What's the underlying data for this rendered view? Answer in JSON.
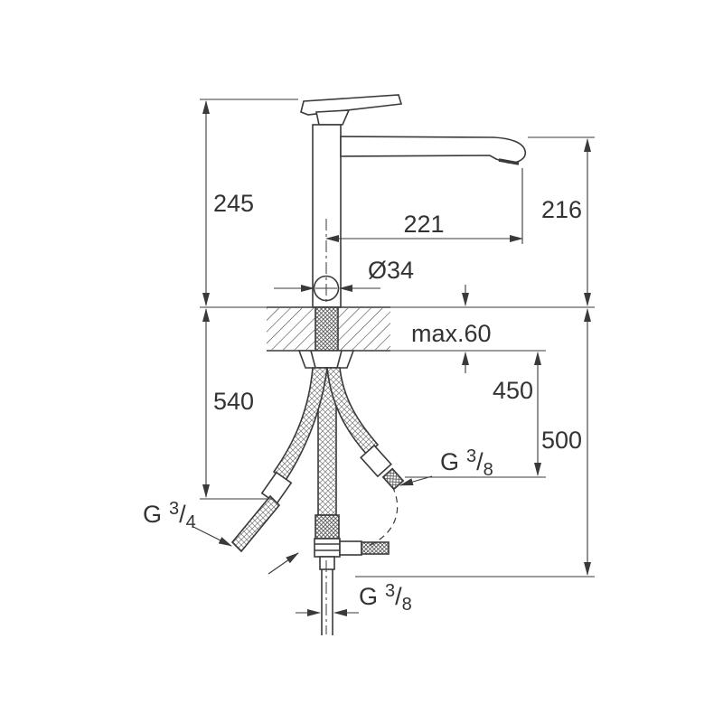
{
  "diagram": {
    "kind": "technical-dimension-drawing",
    "subject": "kitchen single-lever sink mixer installation dimensions"
  },
  "dims": {
    "d245": "245",
    "d216": "216",
    "d221": "221",
    "hole": "Ø34",
    "max60": "max.60",
    "d450": "450",
    "d500": "500",
    "d540": "540"
  },
  "threads": {
    "left": {
      "g": "G",
      "num": "3",
      "slash": "/",
      "den": "4"
    },
    "right": {
      "g": "G",
      "num": "3",
      "slash": "/",
      "den": "8"
    },
    "bottom": {
      "g": "G",
      "num": "3",
      "slash": "/",
      "den": "8"
    }
  },
  "colors": {
    "line": "#3a3a3a",
    "text": "#333333",
    "background": "#ffffff"
  }
}
